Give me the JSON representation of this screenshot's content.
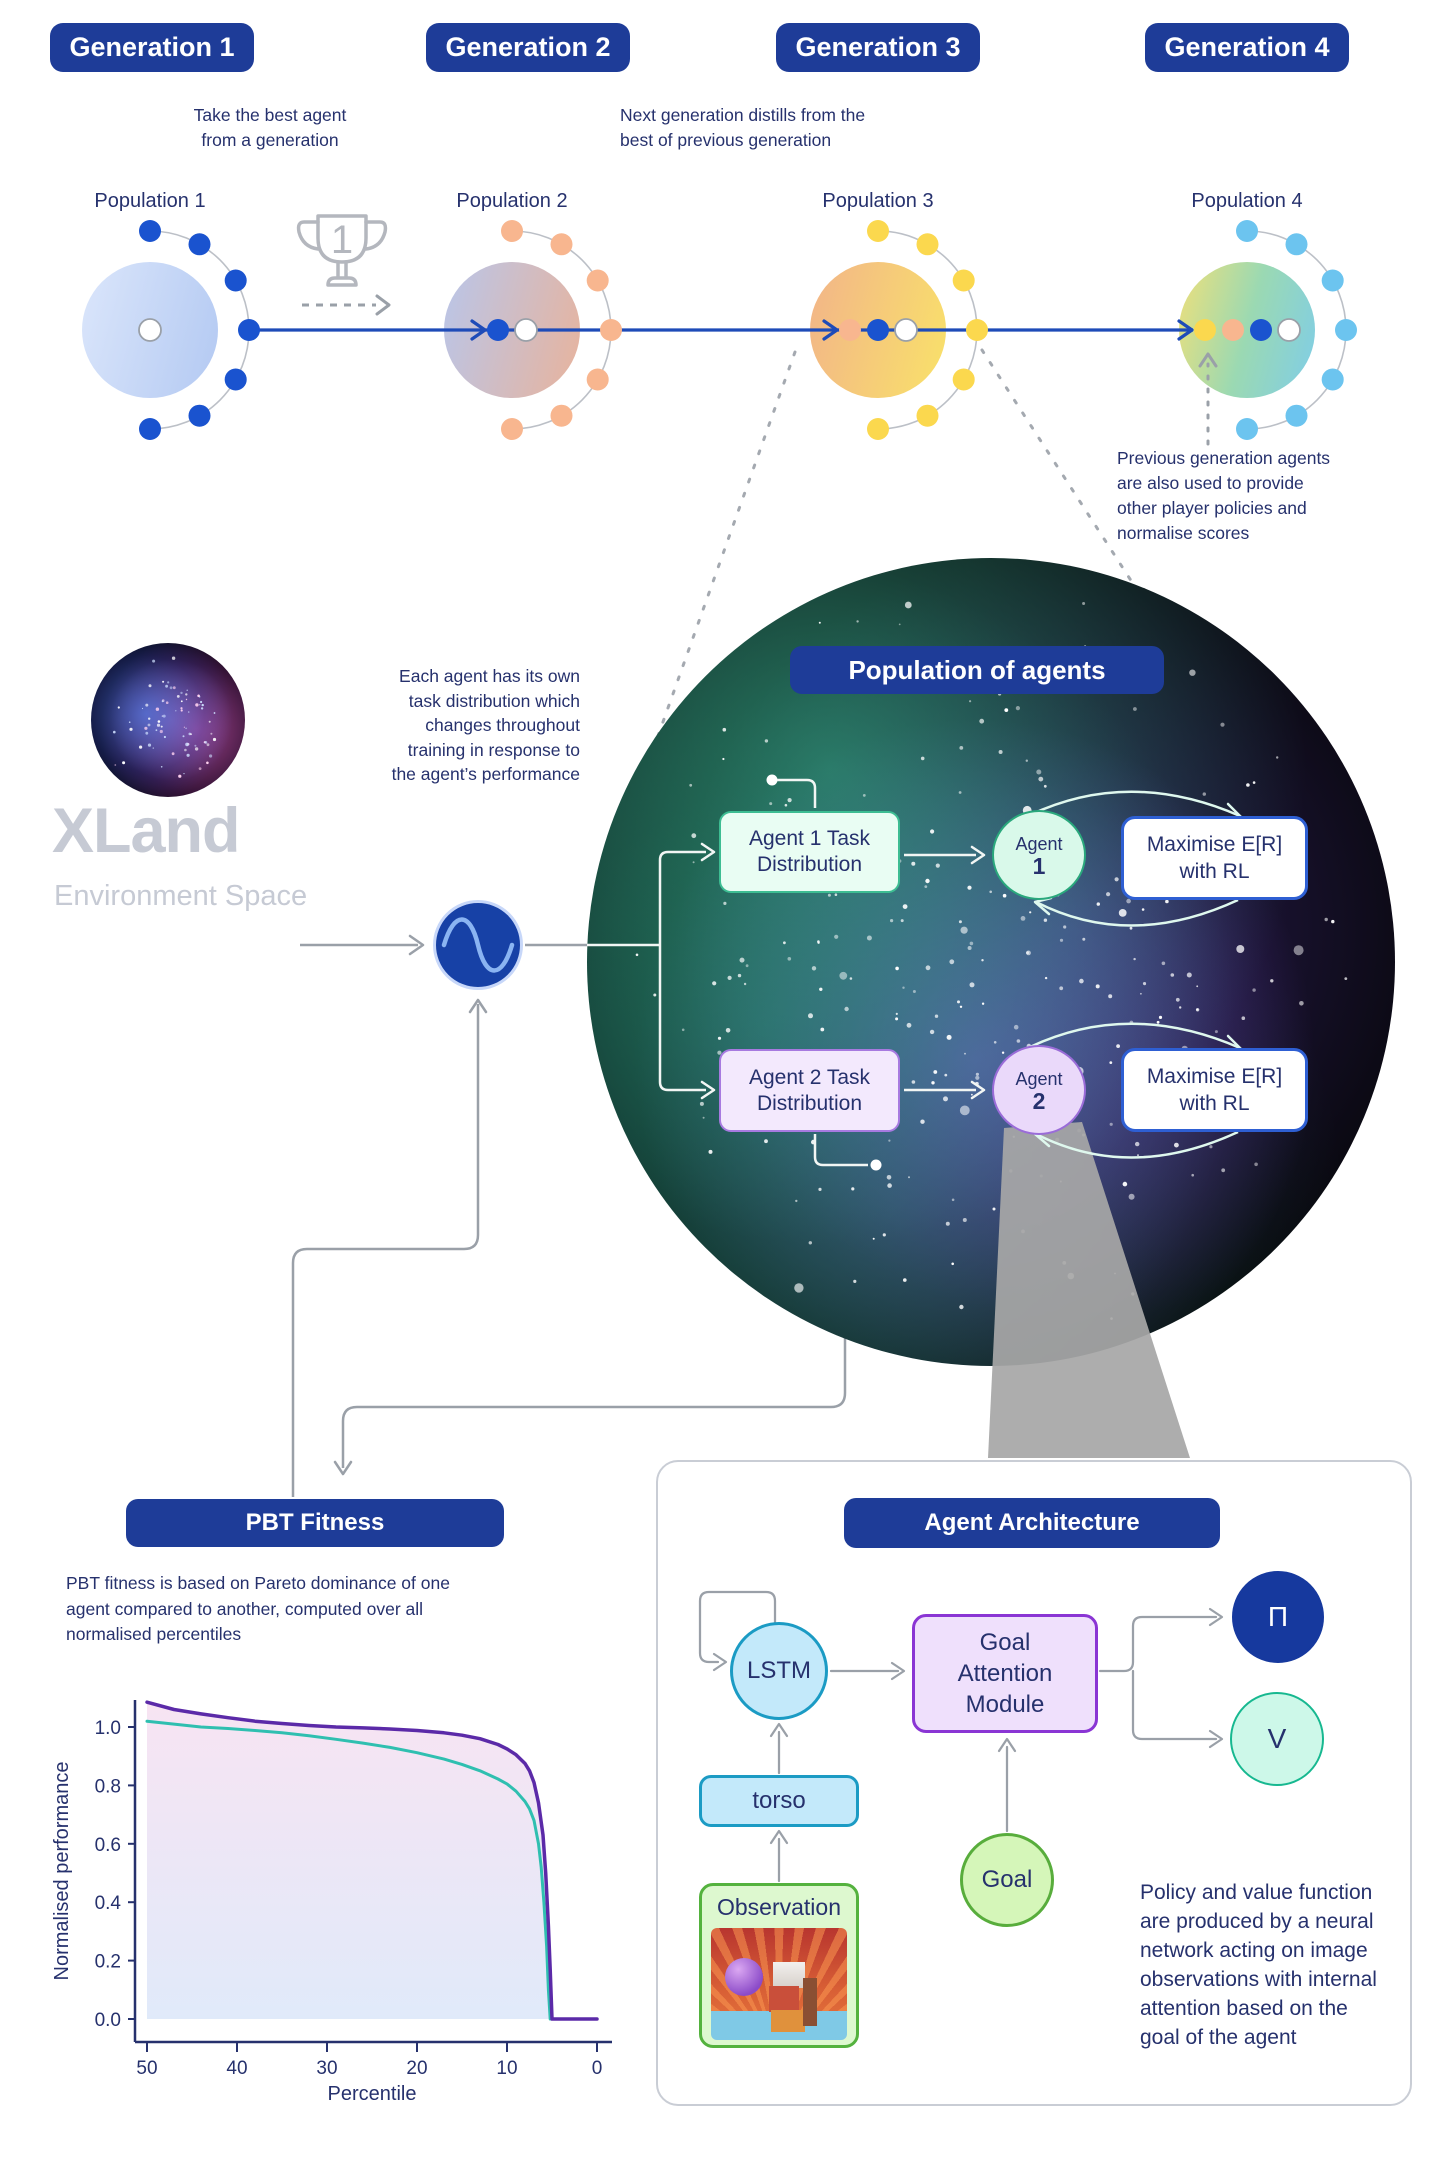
{
  "colors": {
    "navy": "#26316d",
    "pill": "#1e3c98",
    "gray_line": "#9aa0a8",
    "arc_gray": "#bcc0c7",
    "blue_line": "#1e4bb8",
    "dot_white_border": "#9aa0a8",
    "logo_gray": "#c6cad4",
    "beam_gray": "#a7a7a7",
    "max_border": "#2e5fd3",
    "task1_bg": "#e9fdf3",
    "task1_border": "#3dbd92",
    "task2_bg": "#f3e9fd",
    "task2_border": "#a77ae0",
    "agent1_bg": "#d9f9ea",
    "agent1_border": "#2aa87c",
    "agent2_bg": "#ead9fa",
    "agent2_border": "#9a6cd8",
    "lstm_bg": "#c3e9fa",
    "lstm_border": "#1b9bc4",
    "gam_bg": "#efe0fc",
    "gam_border": "#8a35d4",
    "obs_bg": "#ddf8cf",
    "obs_border": "#54b23e",
    "goal_bg": "#d5f6b9",
    "goal_border": "#58ad3c",
    "pi_bg": "#16399e",
    "v_bg": "#cdf8e9",
    "v_border": "#17b890",
    "cycle_arc": "#dff8ee",
    "white": "#ffffff"
  },
  "generations": [
    {
      "label": "Generation 1"
    },
    {
      "label": "Generation 2"
    },
    {
      "label": "Generation 3"
    },
    {
      "label": "Generation 4"
    }
  ],
  "populations": [
    {
      "label": "Population 1",
      "dot_color": "#1a53cf",
      "center_dots": [
        "white"
      ],
      "grad": [
        "#dbe6fb",
        "#b3c9f2"
      ]
    },
    {
      "label": "Population 2",
      "dot_color": "#f8b68f",
      "center_dots": [
        "blue",
        "white"
      ],
      "grad": [
        "#b9c6ea",
        "#e8b39c"
      ]
    },
    {
      "label": "Population 3",
      "dot_color": "#fbd84e",
      "center_dots": [
        "salmon",
        "blue",
        "white"
      ],
      "grad": [
        "#f2b489",
        "#f9e269"
      ]
    },
    {
      "label": "Population 4",
      "dot_color": "#6cc4ef",
      "center_dots": [
        "yellow",
        "salmon",
        "blue",
        "white"
      ],
      "grad": [
        "#efe07a",
        "#9bd9b2",
        "#7fcde8"
      ]
    }
  ],
  "dot_palette": {
    "white": "#ffffff",
    "blue": "#1a53cf",
    "salmon": "#f8b68f",
    "yellow": "#fbd84e"
  },
  "trophy_number": "1",
  "captions": {
    "take_best": [
      "Take the best agent",
      "from a generation"
    ],
    "next_gen": [
      "Next generation distills from the",
      "best of previous generation"
    ],
    "prev_gen": [
      "Previous generation agents",
      "are also used to provide",
      "other player policies and",
      "normalise scores"
    ],
    "each_agent": [
      "Each agent has its own",
      "task distribution which",
      "changes throughout",
      "training in response to",
      "the agent’s performance"
    ],
    "pbt_desc": [
      "PBT fitness is based on Pareto dominance of one",
      "agent compared to another, computed over all",
      "normalised percentiles"
    ],
    "policy_desc": [
      "Policy and value function",
      "are produced by a neural",
      "network acting on image",
      "observations with internal",
      "attention based on the",
      "goal of the agent"
    ]
  },
  "xland": {
    "title": "XLand",
    "subtitle": "Environment Space"
  },
  "population_circle": {
    "title": "Population of agents",
    "agent1_task": [
      "Agent 1 Task",
      "Distribution"
    ],
    "agent2_task": [
      "Agent 2 Task",
      "Distribution"
    ],
    "agent1": [
      "Agent",
      "1"
    ],
    "agent2": [
      "Agent",
      "2"
    ],
    "maximise": [
      "Maximise E[R]",
      "with RL"
    ]
  },
  "pbt": {
    "title": "PBT Fitness"
  },
  "architecture": {
    "title": "Agent Architecture",
    "lstm": "LSTM",
    "torso": "torso",
    "observation": "Observation",
    "goal": "Goal",
    "gam": [
      "Goal",
      "Attention",
      "Module"
    ],
    "pi": "Π",
    "v": "V"
  },
  "chart_data": {
    "type": "line",
    "xlabel": "Percentile",
    "ylabel": "Normalised performance",
    "x_ticks": [
      50,
      40,
      30,
      20,
      10,
      0
    ],
    "y_ticks": [
      0.0,
      0.2,
      0.4,
      0.6,
      0.8,
      1.0
    ],
    "x_reversed": true,
    "xlim": [
      50,
      0
    ],
    "ylim": [
      0,
      1.15
    ],
    "grid": false,
    "legend": null,
    "series": [
      {
        "name": "purple",
        "color": "#5b2aa8",
        "points": [
          [
            50,
            1.085
          ],
          [
            47,
            1.06
          ],
          [
            44,
            1.045
          ],
          [
            41,
            1.032
          ],
          [
            38,
            1.02
          ],
          [
            35,
            1.012
          ],
          [
            32,
            1.005
          ],
          [
            29,
            1.0
          ],
          [
            26,
            0.997
          ],
          [
            23,
            0.993
          ],
          [
            20,
            0.988
          ],
          [
            17,
            0.98
          ],
          [
            15,
            0.972
          ],
          [
            13,
            0.96
          ],
          [
            11,
            0.94
          ],
          [
            10,
            0.925
          ],
          [
            9,
            0.905
          ],
          [
            8,
            0.875
          ],
          [
            7.5,
            0.85
          ],
          [
            7,
            0.81
          ],
          [
            6.5,
            0.74
          ],
          [
            6,
            0.63
          ],
          [
            5.7,
            0.5
          ],
          [
            5.4,
            0.32
          ],
          [
            5.2,
            0.17
          ],
          [
            5,
            0.0
          ],
          [
            0,
            0.0
          ]
        ]
      },
      {
        "name": "teal",
        "color": "#2fbfb0",
        "points": [
          [
            50,
            1.02
          ],
          [
            47,
            1.01
          ],
          [
            44,
            1.0
          ],
          [
            41,
            0.995
          ],
          [
            38,
            0.988
          ],
          [
            35,
            0.98
          ],
          [
            32,
            0.97
          ],
          [
            29,
            0.958
          ],
          [
            26,
            0.945
          ],
          [
            23,
            0.93
          ],
          [
            20,
            0.912
          ],
          [
            17,
            0.89
          ],
          [
            15,
            0.872
          ],
          [
            13,
            0.85
          ],
          [
            11,
            0.822
          ],
          [
            10,
            0.805
          ],
          [
            9,
            0.78
          ],
          [
            8,
            0.745
          ],
          [
            7.5,
            0.72
          ],
          [
            7,
            0.68
          ],
          [
            6.5,
            0.6
          ],
          [
            6.2,
            0.52
          ],
          [
            5.9,
            0.4
          ],
          [
            5.6,
            0.25
          ],
          [
            5.4,
            0.1
          ],
          [
            5.2,
            0.0
          ],
          [
            0,
            0.0
          ]
        ]
      }
    ],
    "fill_gradient_top": "#f6dff0",
    "fill_gradient_bottom": "#dbe6f9"
  }
}
